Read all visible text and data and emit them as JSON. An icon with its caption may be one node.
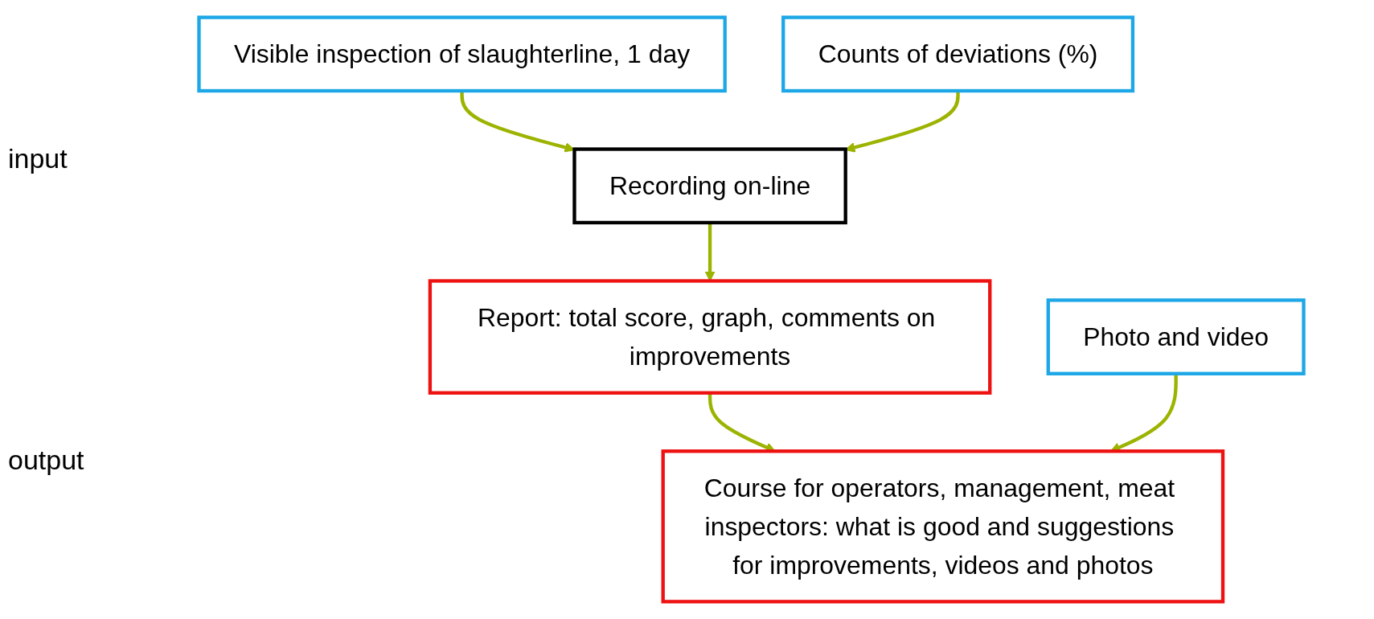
{
  "diagram": {
    "nodes": [
      {
        "text": [
          "Visible inspection of slaughterline, 1 day"
        ]
      },
      {
        "text": [
          "Counts of deviations (%)"
        ]
      },
      {
        "text": [
          "Photo and video"
        ]
      },
      {
        "text": [
          "Recording on-line"
        ]
      },
      {
        "text": [
          "Report: total score, graph, comments on improvements"
        ]
      },
      {
        "text": [
          "Course for operators, management, meat inspectors: what is good and suggestions for improvements, videos and photos"
        ]
      }
    ],
    "edges": [
      {
        "from": 0,
        "to": 3,
        "arrow": "to"
      },
      {
        "from": 1,
        "to": 3,
        "arrow": "to"
      },
      {
        "from": 3,
        "to": 4,
        "arrow": "to"
      },
      {
        "from": 4,
        "to": 5,
        "arrow": "to"
      },
      {
        "from": 2,
        "to": 5,
        "arrow": "to"
      }
    ],
    "labels": [
      "input",
      "output"
    ]
  }
}
